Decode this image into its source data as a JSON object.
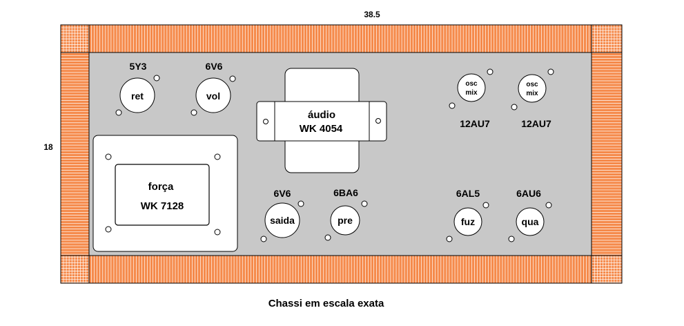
{
  "dimensions": {
    "width_label": "38.5",
    "height_label": "18"
  },
  "caption": "Chassi em escala exata",
  "colors": {
    "frame": "#f58a4b",
    "plate": "#c8c8c8",
    "line": "#000000",
    "grid": "#ffffff",
    "component": "#ffffff"
  },
  "transformers": {
    "power": {
      "line1": "força",
      "line2": "WK 7128"
    },
    "audio": {
      "line1": "áudio",
      "line2": "WK 4054"
    }
  },
  "sockets": {
    "ret": {
      "tube": "5Y3",
      "label": "ret"
    },
    "vol": {
      "tube": "6V6",
      "label": "vol"
    },
    "saida": {
      "tube": "6V6",
      "label": "saida"
    },
    "pre": {
      "tube": "6BA6",
      "label": "pre"
    },
    "osc1": {
      "tube": "12AU7",
      "label1": "osc",
      "label2": "mix"
    },
    "osc2": {
      "tube": "12AU7",
      "label1": "osc",
      "label2": "mix"
    },
    "fuz": {
      "tube": "6AL5",
      "label": "fuz"
    },
    "qua": {
      "tube": "6AU6",
      "label": "qua"
    }
  }
}
